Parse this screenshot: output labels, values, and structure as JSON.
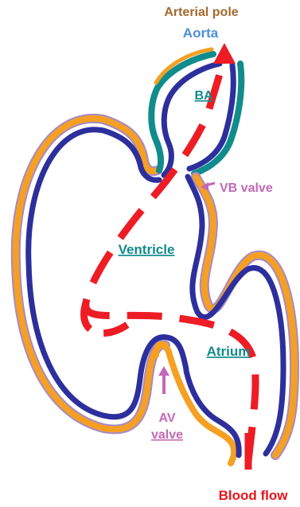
{
  "labels": {
    "arterial_pole": "Arterial pole",
    "aorta": "Aorta",
    "ba": "BA",
    "vb_valve": "VB valve",
    "ventricle": "Ventricle",
    "atrium": "Atrium",
    "av_valve_line1": "AV",
    "av_valve_line2": "valve",
    "blood_flow": "Blood flow"
  },
  "colors": {
    "orange_layer": "#f5a023",
    "blue_layer": "#2c2f9c",
    "purple_outline": "#a58ac8",
    "teal_layer": "#108c8c",
    "blood_flow": "#ee1c25",
    "arterial_pole_text": "#a5682e",
    "aorta_text": "#4a90d9",
    "teal_text": "#118b8b",
    "pink_text": "#c468b6",
    "red_text": "#e8141a"
  }
}
